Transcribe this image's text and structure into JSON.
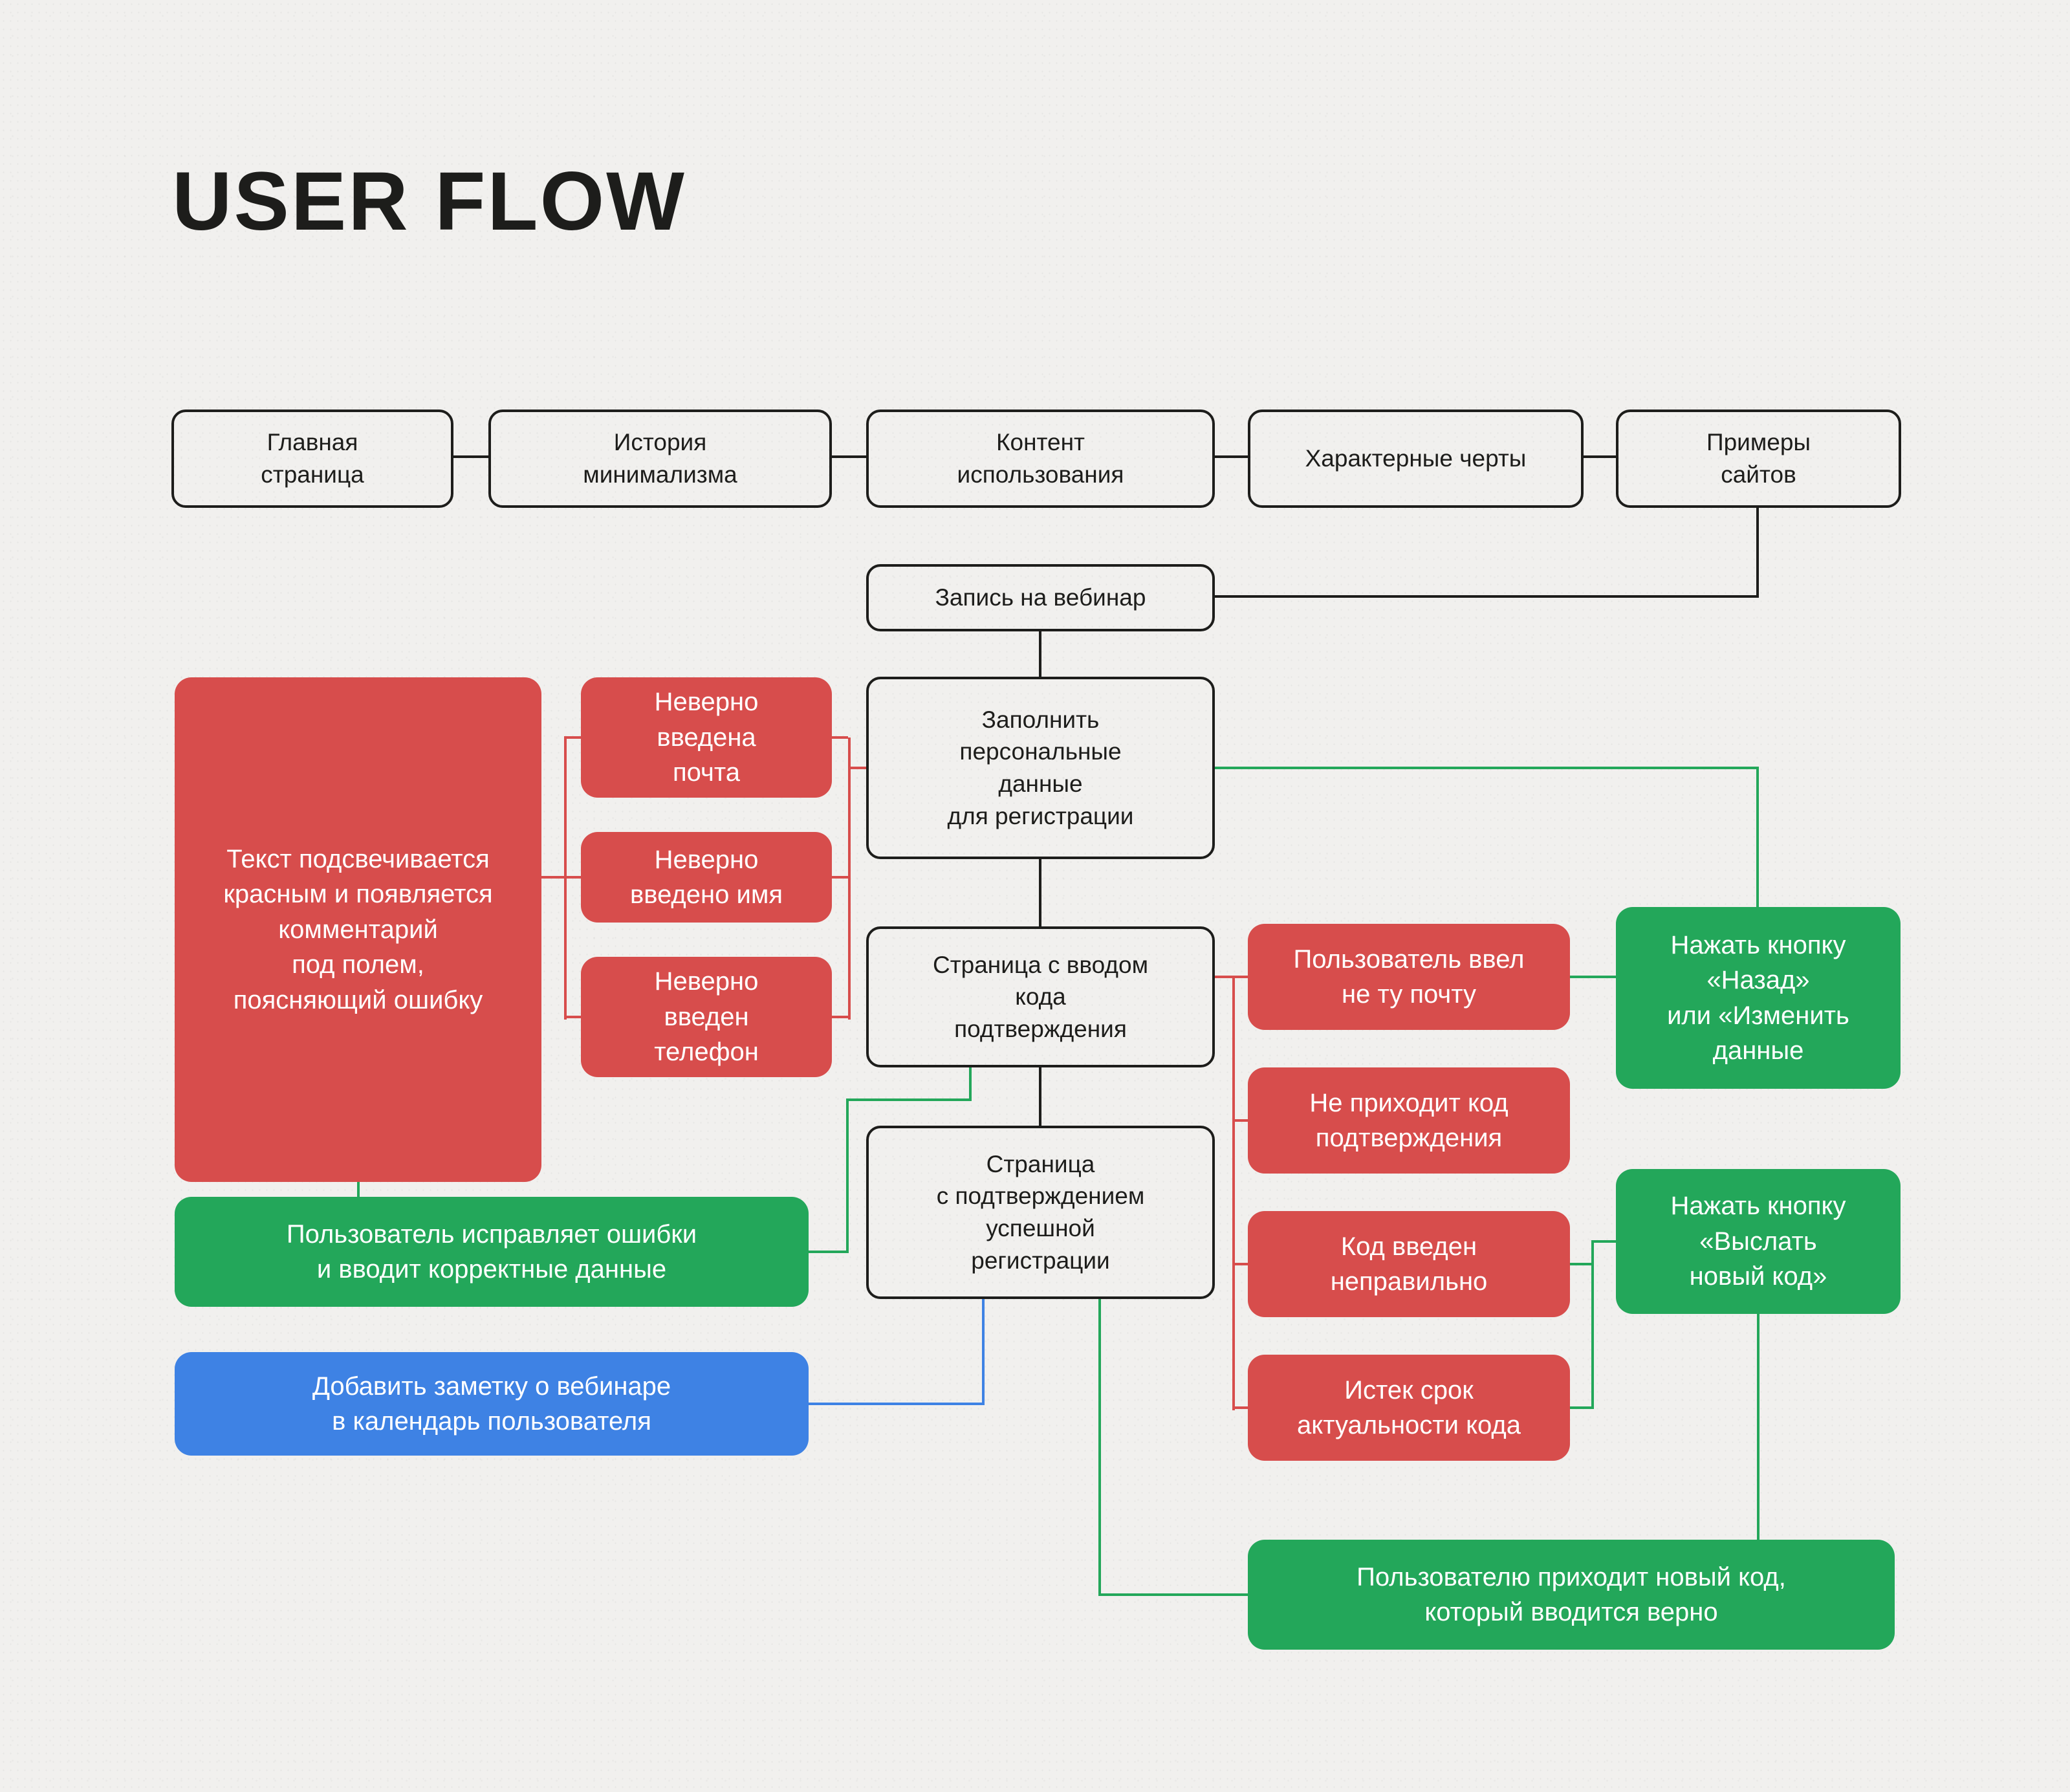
{
  "title": "USER FLOW",
  "colors": {
    "ink": "#1d1d1b",
    "red": "#d74d4c",
    "green": "#23a75a",
    "blue": "#3e82e4",
    "background": "#f1f0ee"
  },
  "nodes": {
    "home_page": {
      "label": "Главная\nстраница"
    },
    "minimalism_history": {
      "label": "История\nминимализма"
    },
    "usage_content": {
      "label": "Контент\nиспользования"
    },
    "characteristic_features": {
      "label": "Характерные черты"
    },
    "site_examples": {
      "label": "Примеры\nсайтов"
    },
    "webinar_signup": {
      "label": "Запись на вебинар"
    },
    "fill_personal_data": {
      "label": "Заполнить\nперсональные\nданные\nдля регистрации"
    },
    "code_entry_page": {
      "label": "Страница с вводом\nкода\nподтверждения"
    },
    "success_page": {
      "label": "Страница\nс подтверждением\nуспешной\nрегистрации"
    },
    "error_wrong_email_field": {
      "label": "Неверно\nвведена\nпочта"
    },
    "error_wrong_name_field": {
      "label": "Неверно\nвведено имя"
    },
    "error_wrong_phone_field": {
      "label": "Неверно\nвведен\nтелефон"
    },
    "error_highlight_note": {
      "label": "Текст подсвечивается\nкрасным и появляется\nкомментарий\nпод полем,\nпоясняющий ошибку"
    },
    "user_fixes_errors": {
      "label": "Пользователь исправляет ошибки\nи вводит корректные данные"
    },
    "add_calendar_note": {
      "label": "Добавить заметку о вебинаре\nв календарь пользователя"
    },
    "entered_wrong_email": {
      "label": "Пользователь ввел\nне ту почту"
    },
    "code_not_received": {
      "label": "Не приходит код\nподтверждения"
    },
    "code_incorrect": {
      "label": "Код введен\nнеправильно"
    },
    "code_expired": {
      "label": "Истек срок\nактуальности кода"
    },
    "press_back_or_edit": {
      "label": "Нажать кнопку\n«Назад»\nили «Изменить\nданные"
    },
    "press_resend_code": {
      "label": "Нажать кнопку\n«Выслать\nновый код»"
    },
    "new_code_entered": {
      "label": "Пользователю приходит новый код,\nкоторый вводится верно"
    }
  }
}
